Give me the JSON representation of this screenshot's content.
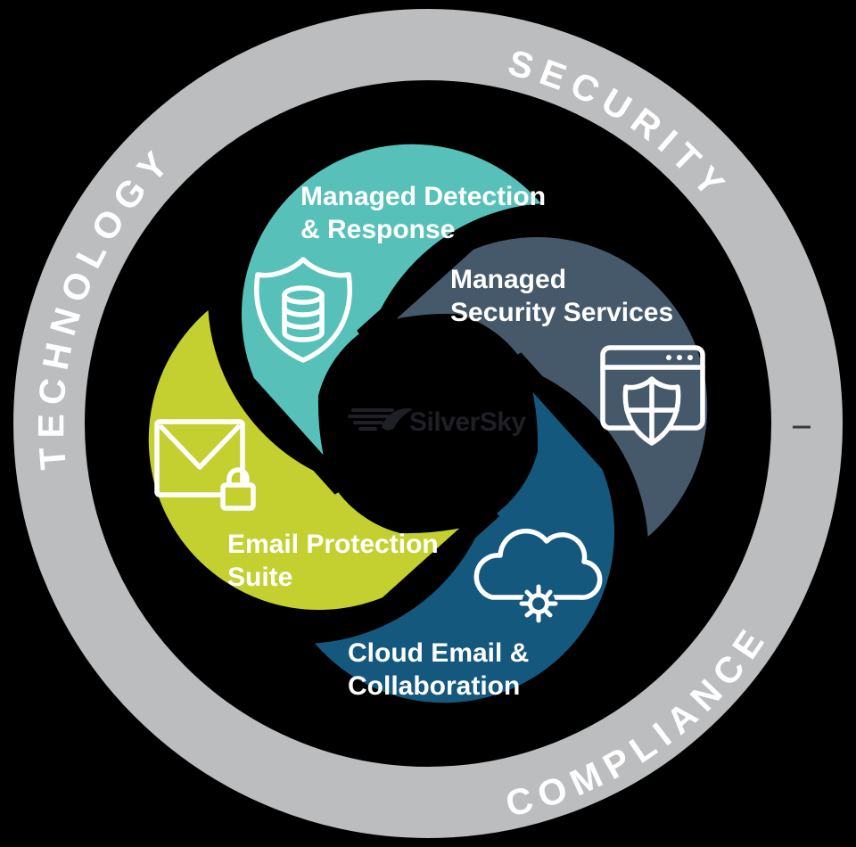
{
  "colors": {
    "background": "#000000",
    "ring": "#bcbdbf",
    "ring_text": "#ffffff",
    "ring_tick": "#3a3a3a",
    "teal": "#57c1b9",
    "slate": "#45596b",
    "yellow": "#c4d02f",
    "blue": "#14587e",
    "segment_text": "#ffffff",
    "icon_stroke": "#ffffff",
    "logo": "#1f1f26"
  },
  "ring": {
    "top_right_label": "SECURITY",
    "left_label": "TECHNOLOGY",
    "bottom_label": "COMPLIANCE"
  },
  "segments": {
    "managed_detection": {
      "line1": "Managed Detection",
      "line2": "& Response",
      "icon": "shield-database-icon"
    },
    "managed_security": {
      "line1": "Managed",
      "line2": "Security Services",
      "icon": "browser-shield-icon"
    },
    "email_protection": {
      "line1": "Email Protection",
      "line2": "Suite",
      "icon": "envelope-lock-icon"
    },
    "cloud_email": {
      "line1": "Cloud Email &",
      "line2": "Collaboration",
      "icon": "cloud-gear-icon"
    }
  },
  "logo": {
    "name": "SilverSky",
    "part1": "Silver",
    "part2": "Sky"
  }
}
